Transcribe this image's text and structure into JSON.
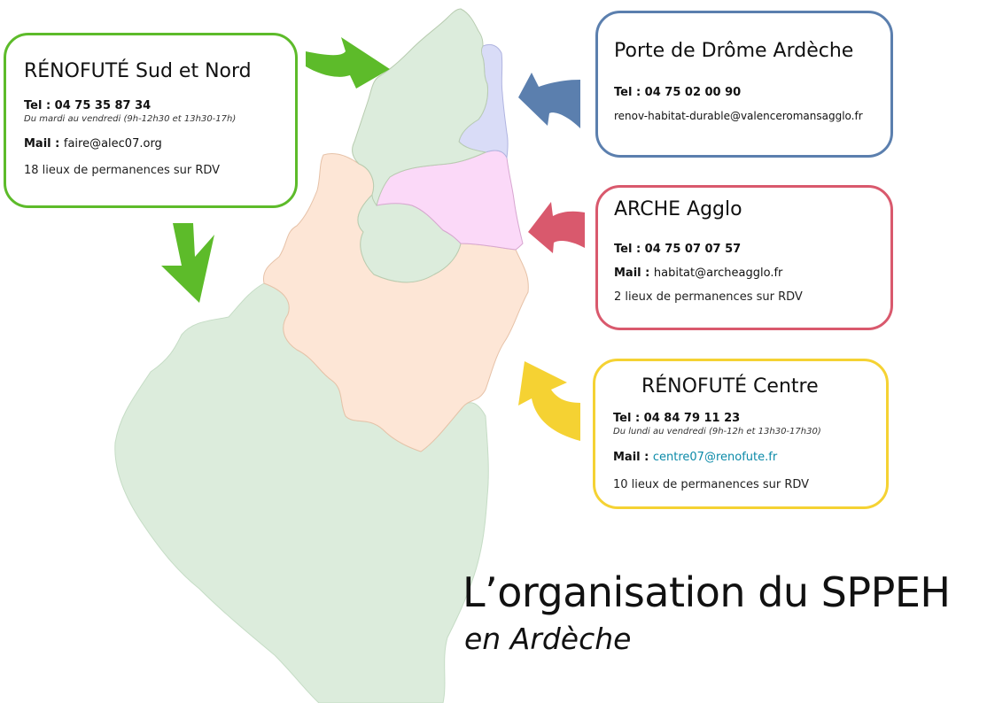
{
  "map": {
    "colors": {
      "south": "#dcecdc",
      "centre": "#fde6d6",
      "arche": "#fbd9f8",
      "porte": "#d9dcf7",
      "north": "#dcecdc",
      "arrow_green": "#5dbb2a",
      "arrow_blue": "#5b7fae",
      "arrow_red": "#d9596d",
      "arrow_yellow": "#f5d233"
    }
  },
  "cards": {
    "sud": {
      "title": "RÉNOFUTÉ Sud et Nord",
      "tel": "Tel : 04 75 35 87 34",
      "hours": "Du mardi au vendredi (9h-12h30 et 13h30-17h)",
      "mail_label": "Mail : ",
      "mail": "faire@alec07.org",
      "perm": "18 lieux de permanences sur RDV",
      "color": "#5dbb2a"
    },
    "porte": {
      "title": "Porte de Drôme Ardèche",
      "tel": "Tel : 04 75 02 00 90",
      "mail": "renov-habitat-durable@valenceromansagglo.fr",
      "color": "#5b7fae"
    },
    "arche": {
      "title": "ARCHE Agglo",
      "tel": "Tel : 04 75 07 07 57",
      "mail_label": "Mail : ",
      "mail": "habitat@archeagglo.fr",
      "perm": "2 lieux de permanences sur RDV",
      "color": "#d9596d"
    },
    "centre": {
      "title": "RÉNOFUTÉ Centre",
      "tel": "Tel : 04 84 79 11 23",
      "hours": "Du lundi au vendredi (9h-12h et 13h30-17h30)",
      "mail_label": "Mail : ",
      "mail": "centre07@renofute.fr",
      "perm": "10 lieux de permanences sur RDV",
      "color": "#f5d233"
    }
  },
  "title": {
    "main": "L’organisation du SPPEH",
    "sub": "en Ardèche"
  }
}
